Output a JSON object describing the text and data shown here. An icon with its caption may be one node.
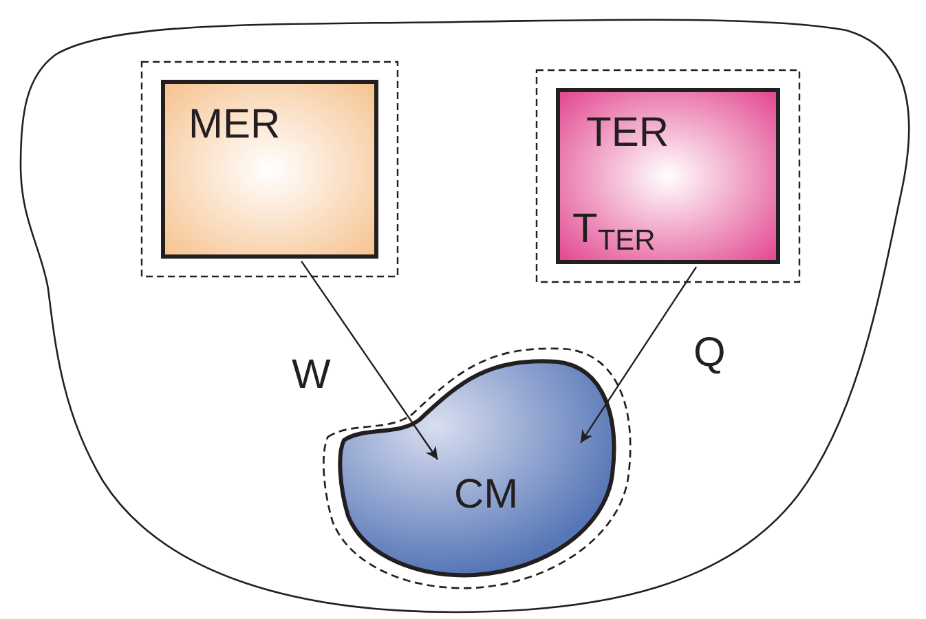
{
  "diagram": {
    "nodes": [
      {
        "text": [],
        "shape": "cloud"
      },
      {
        "text": [
          "MER"
        ],
        "in": 0
      },
      {
        "text": [
          "TER",
          "T$_{TER}$"
        ],
        "in": 0
      },
      {
        "text": [
          "CM"
        ],
        "in": 0
      }
    ],
    "edges": [
      {
        "from": 1,
        "to": 3,
        "arrow": "to",
        "label": "W"
      },
      {
        "from": 2,
        "to": 3,
        "arrow": "to",
        "label": "Q"
      }
    ]
  }
}
